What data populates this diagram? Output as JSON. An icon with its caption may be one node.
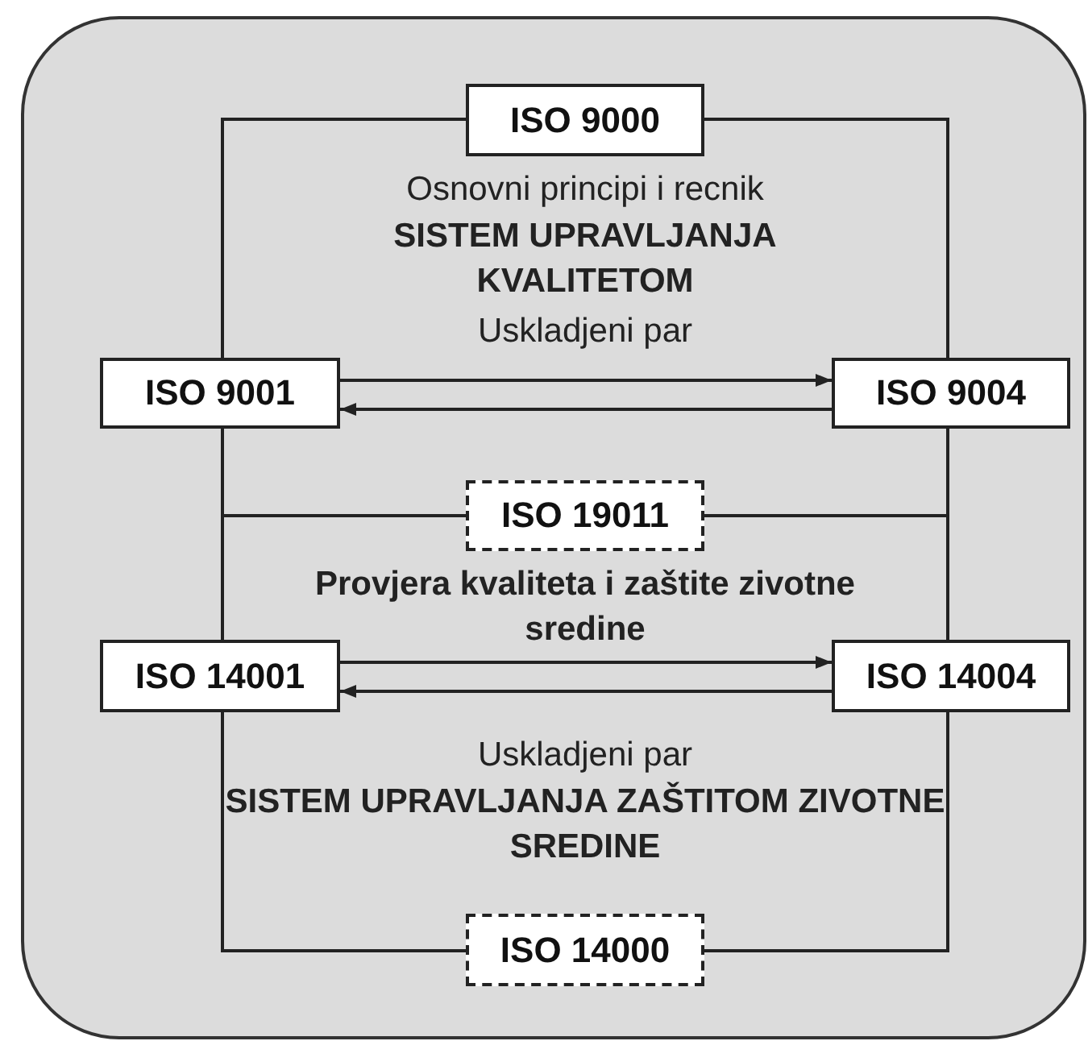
{
  "diagram": {
    "nodes": [
      {
        "text": [
          "ISO 9000"
        ]
      },
      {
        "text": [
          "ISO 9001"
        ]
      },
      {
        "text": [
          "ISO 9004"
        ]
      },
      {
        "text": [
          "ISO 19011"
        ]
      },
      {
        "text": [
          "ISO 14001"
        ]
      },
      {
        "text": [
          "ISO 14004"
        ]
      },
      {
        "text": [
          "ISO 14000"
        ]
      }
    ],
    "edges": [
      {
        "from": 0,
        "to": 1,
        "arrow": "none"
      },
      {
        "from": 0,
        "to": 2,
        "arrow": "none"
      },
      {
        "from": 1,
        "to": 2,
        "arrow": "to"
      },
      {
        "from": 2,
        "to": 1,
        "arrow": "to"
      },
      {
        "from": 1,
        "to": 3,
        "arrow": "none"
      },
      {
        "from": 2,
        "to": 3,
        "arrow": "none"
      },
      {
        "from": 3,
        "to": 4,
        "arrow": "none"
      },
      {
        "from": 3,
        "to": 5,
        "arrow": "none"
      },
      {
        "from": 4,
        "to": 5,
        "arrow": "to"
      },
      {
        "from": 5,
        "to": 4,
        "arrow": "to"
      },
      {
        "from": 4,
        "to": 6,
        "arrow": "none"
      },
      {
        "from": 5,
        "to": 6,
        "arrow": "none"
      }
    ],
    "labels": [
      "Osnovni principi i recnik",
      "SISTEM UPRAVLJANJA KVALITETOM",
      "Uskladjeni par",
      "Provjera kvaliteta i zaštite zivotne sredine",
      "Uskladjeni par",
      "SISTEM UPRAVLJANJA ZAŠTITOM ZIVOTNE SREDINE"
    ]
  }
}
